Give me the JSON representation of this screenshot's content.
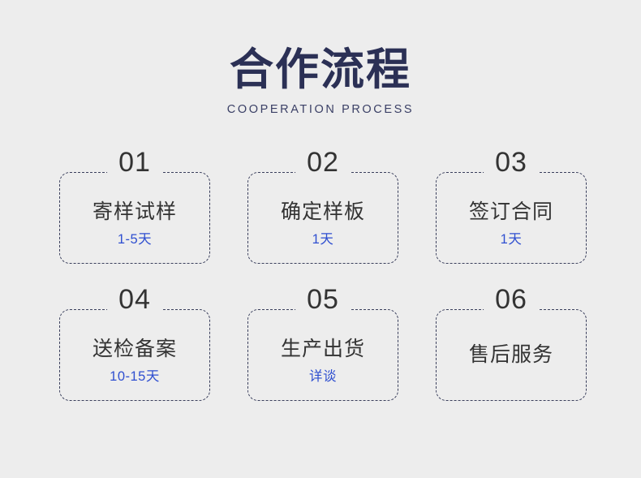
{
  "header": {
    "title": "合作流程",
    "subtitle": "COOPERATION PROCESS",
    "title_color": "#2b3055",
    "subtitle_color": "#3b4066"
  },
  "theme": {
    "background": "#ededed",
    "card_border": "#3a3f5c",
    "number_color": "#333333",
    "label_color": "#333333",
    "duration_color": "#2f4fd0"
  },
  "steps": [
    {
      "number": "01",
      "label": "寄样试样",
      "duration": "1-5天"
    },
    {
      "number": "02",
      "label": "确定样板",
      "duration": "1天"
    },
    {
      "number": "03",
      "label": "签订合同",
      "duration": "1天"
    },
    {
      "number": "04",
      "label": "送检备案",
      "duration": "10-15天"
    },
    {
      "number": "05",
      "label": "生产出货",
      "duration": "详谈"
    },
    {
      "number": "06",
      "label": "售后服务",
      "duration": ""
    }
  ]
}
